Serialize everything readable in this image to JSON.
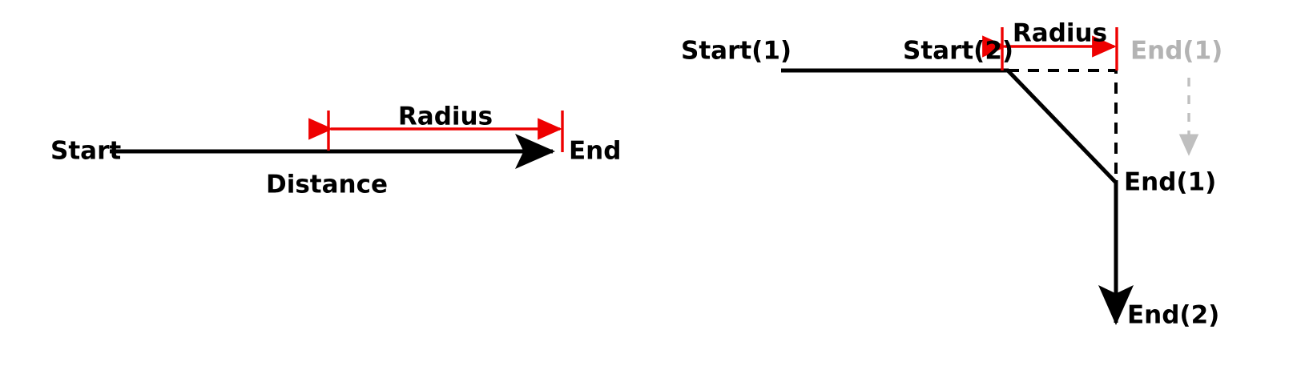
{
  "figure": {
    "title": "",
    "background_color": "#ffffff",
    "colors": {
      "line": "#000000",
      "dimension": "#ee0000",
      "ghost": "#b3b3b3",
      "dashed": "#000000"
    }
  },
  "left_diagram": {
    "name": "straight-segment-with-radius",
    "labels": {
      "start": "Start",
      "end": "End",
      "distance": "Distance",
      "radius": "Radius"
    }
  },
  "right_diagram": {
    "name": "two-segment-fillet-with-radius",
    "labels": {
      "start_1": "Start(1)",
      "start_2": "Start(2)",
      "end_1_ghost": "End(1)",
      "end_1": "End(1)",
      "end_2": "End(2)",
      "radius": "Radius"
    }
  }
}
